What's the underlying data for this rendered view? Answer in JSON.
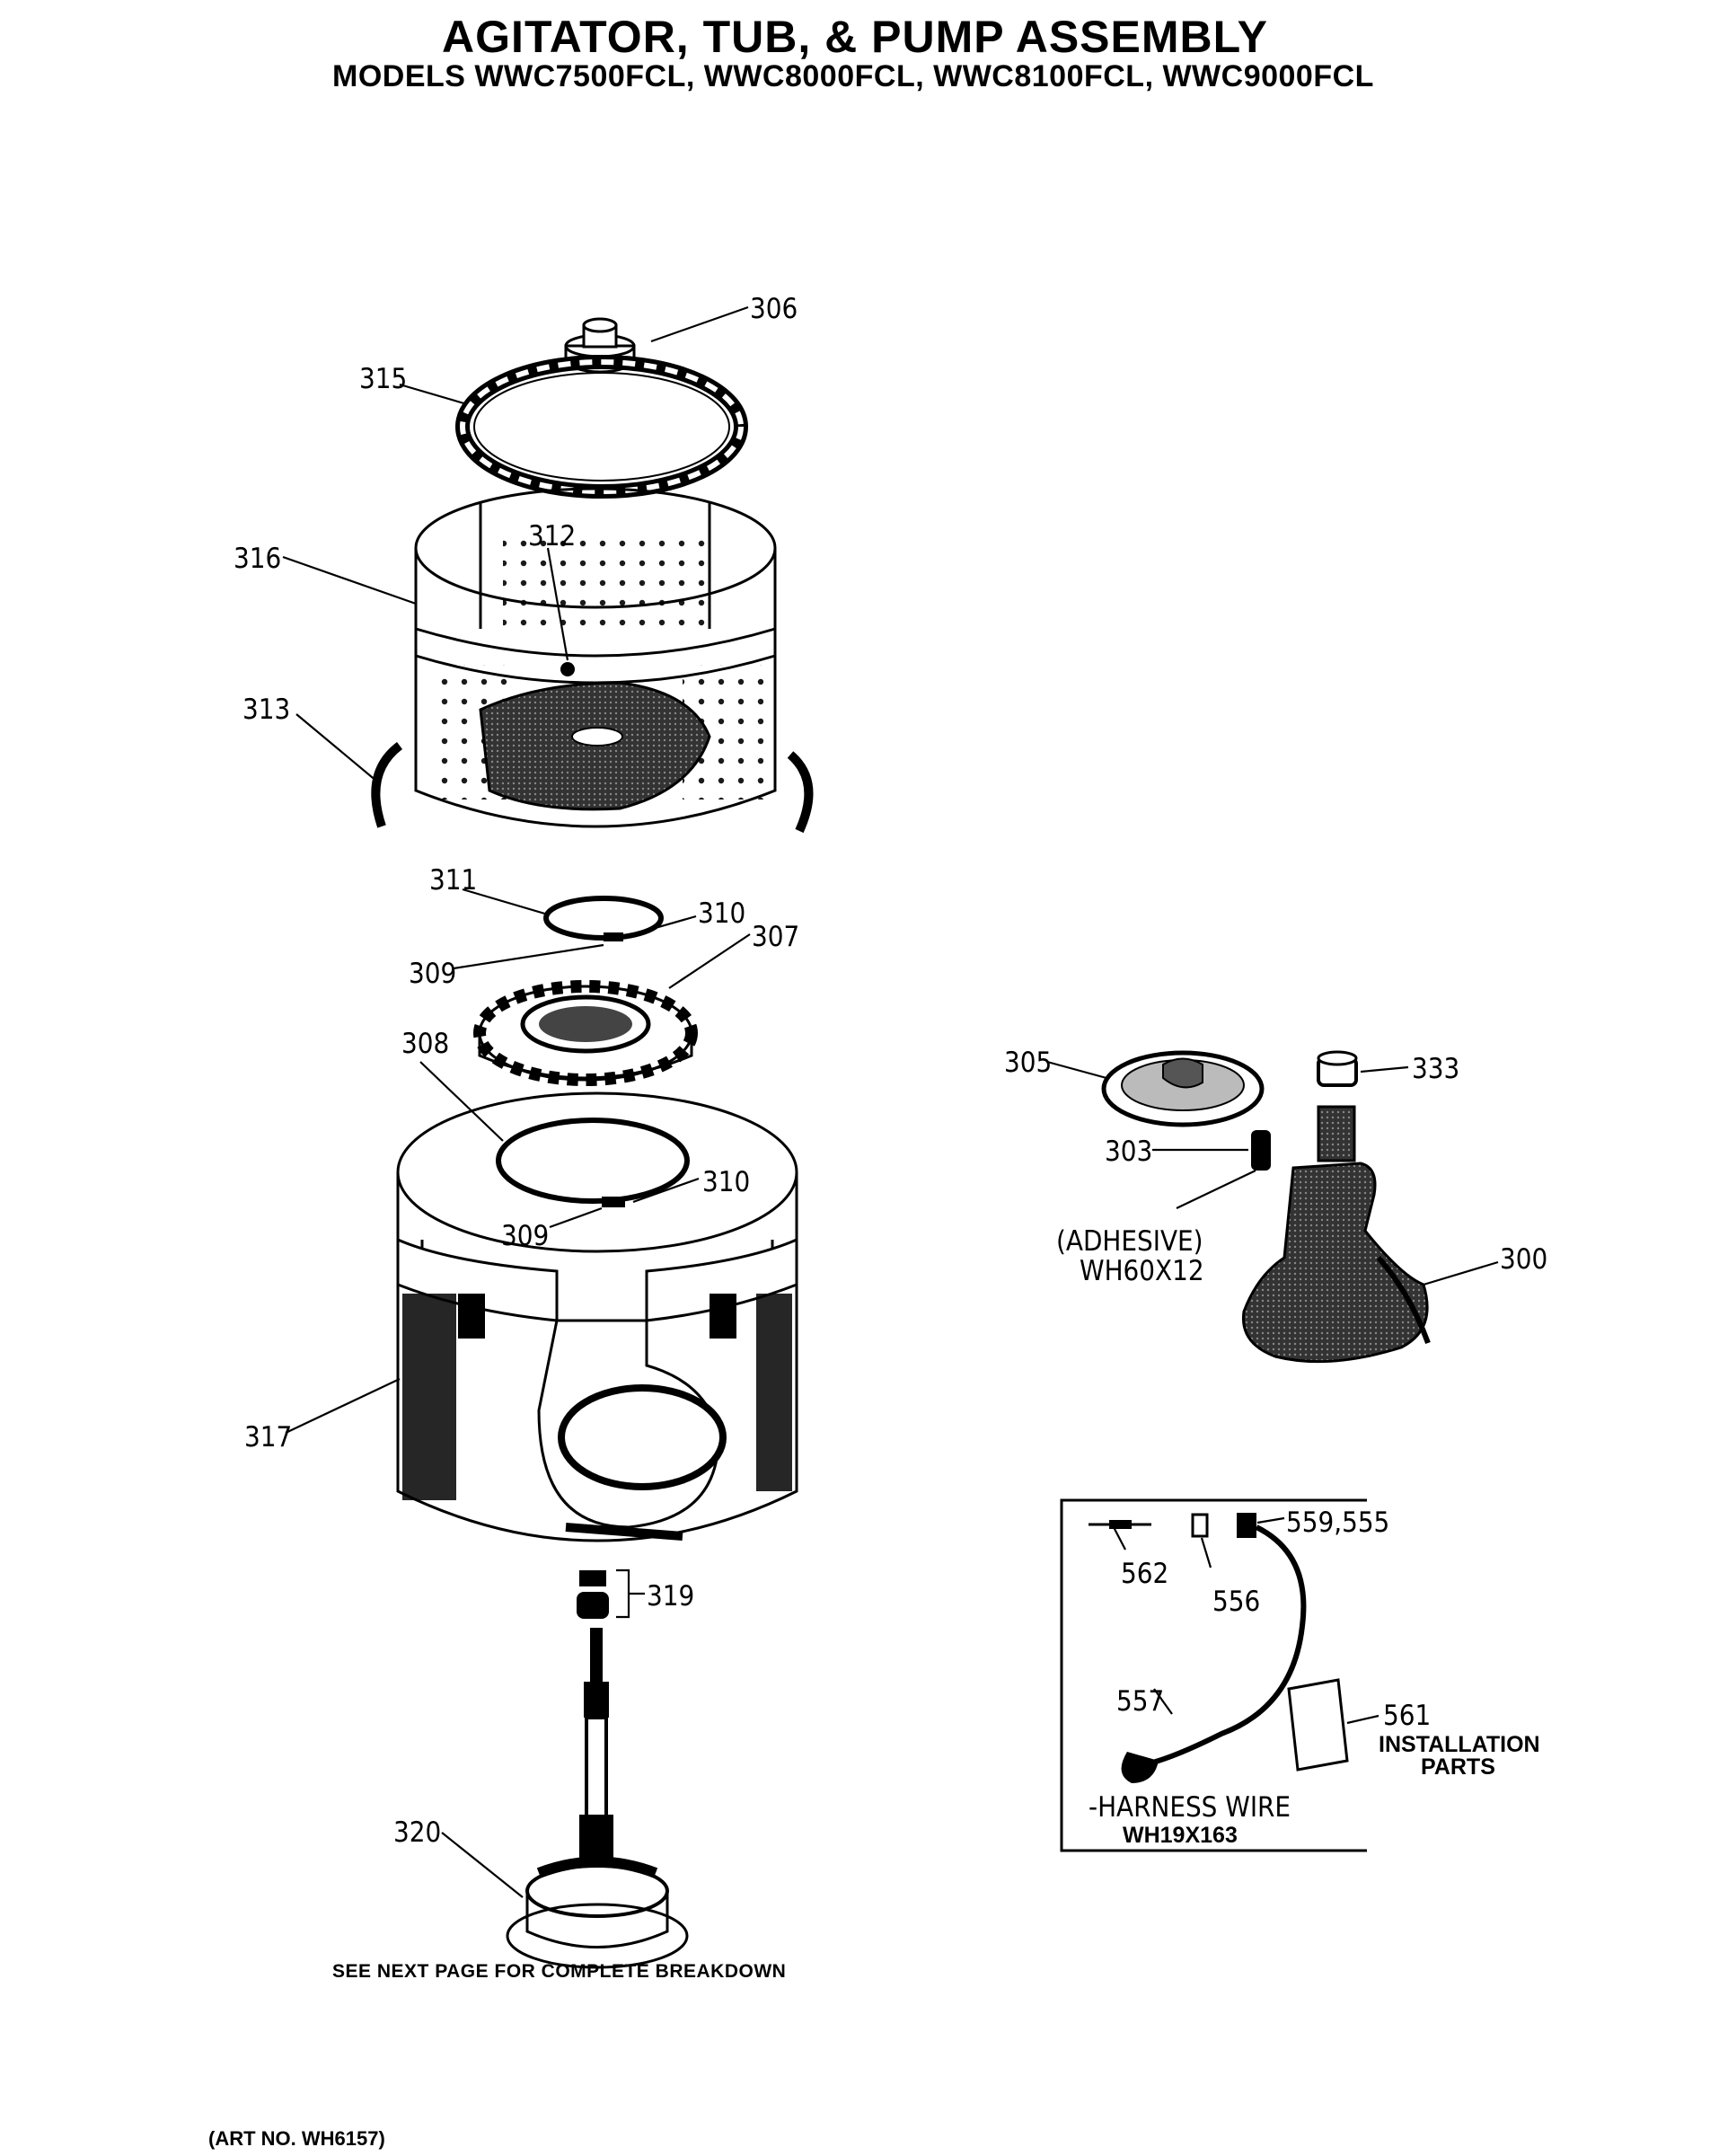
{
  "header": {
    "title": "AGITATOR, TUB, & PUMP ASSEMBLY",
    "models": "MODELS WWC7500FCL, WWC8000FCL, WWC8100FCL, WWC9000FCL"
  },
  "callouts": {
    "c306": "306",
    "c315": "315",
    "c316": "316",
    "c312": "312",
    "c313": "313",
    "c311": "311",
    "c310a": "310",
    "c309a": "309",
    "c307": "307",
    "c308": "308",
    "c310b": "310",
    "c309b": "309",
    "c317": "317",
    "c319": "319",
    "c320": "320",
    "c305": "305",
    "c333": "333",
    "c303": "303",
    "c300": "300",
    "adhesive": "(ADHESIVE)",
    "adhesive_part": "WH60X12",
    "c559_555": "559,555",
    "c562": "562",
    "c556": "556",
    "c557": "557",
    "c561": "561",
    "installation_1": "INSTALLATION",
    "installation_2": "PARTS",
    "harness_1": "-HARNESS WIRE",
    "harness_2": "WH19X163"
  },
  "footer": {
    "note": "SEE NEXT PAGE FOR COMPLETE BREAKDOWN",
    "art_no": "(ART NO. WH6157)"
  }
}
